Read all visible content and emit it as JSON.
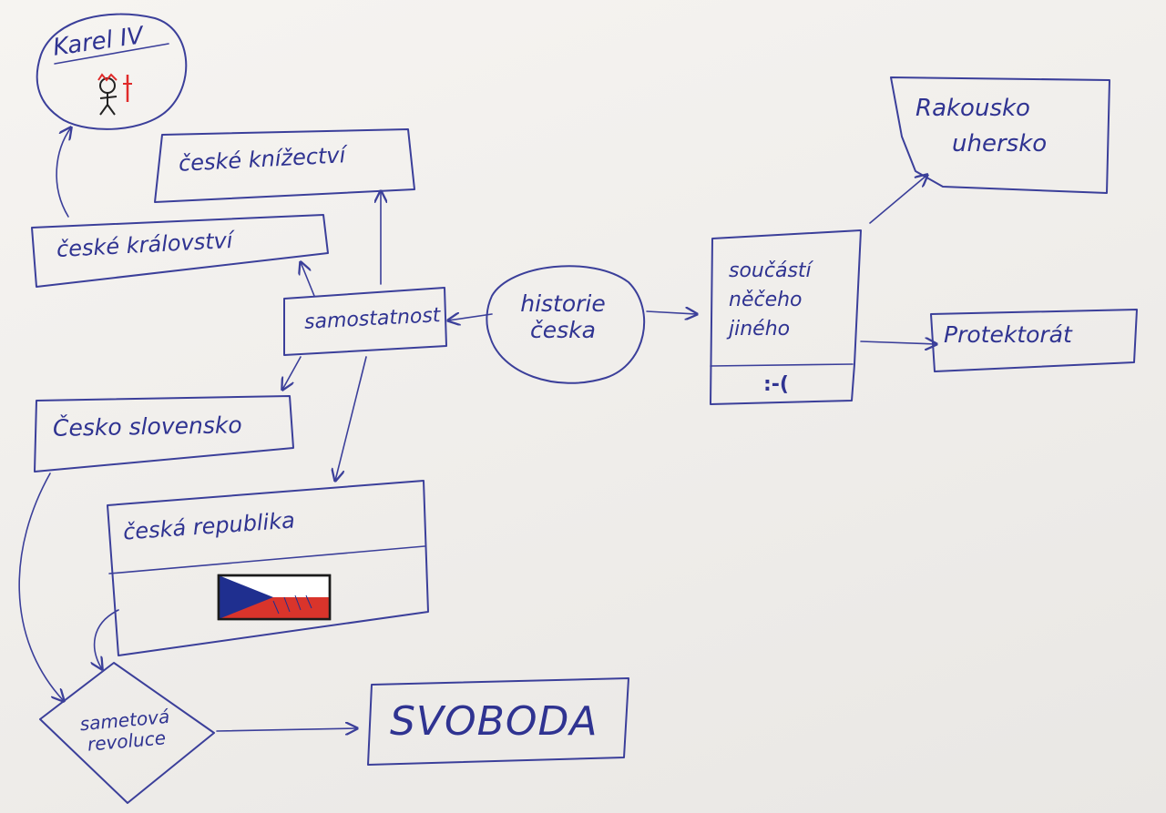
{
  "nodes": {
    "karel": "Karel IV",
    "knizectvi": "české knížectví",
    "kralovstvi": "české království",
    "samostatnost": "samostatnost",
    "historie_line1": "historie",
    "historie_line2": "česka",
    "soucasti_line1": "součástí",
    "soucasti_line2": "něčeho",
    "soucasti_line3": "jiného",
    "sad_face": ":-(",
    "rakousko_line1": "Rakousko",
    "rakousko_line2": "uhersko",
    "protektorat": "Protektorát",
    "ceskoslovensko": "Česko slovensko",
    "republika": "česká republika",
    "sametova_line1": "sametová",
    "sametova_line2": "revoluce",
    "svoboda": "SVOBODA"
  },
  "colors": {
    "ink": "#3b3f9a",
    "flag_blue": "#1f2f8f",
    "flag_red": "#d9342b",
    "flag_white": "#ffffff",
    "stick_red": "#e02a2a"
  },
  "icons": {
    "karel": "stick-figure-with-crown-icon",
    "flag": "czech-flag-icon"
  }
}
